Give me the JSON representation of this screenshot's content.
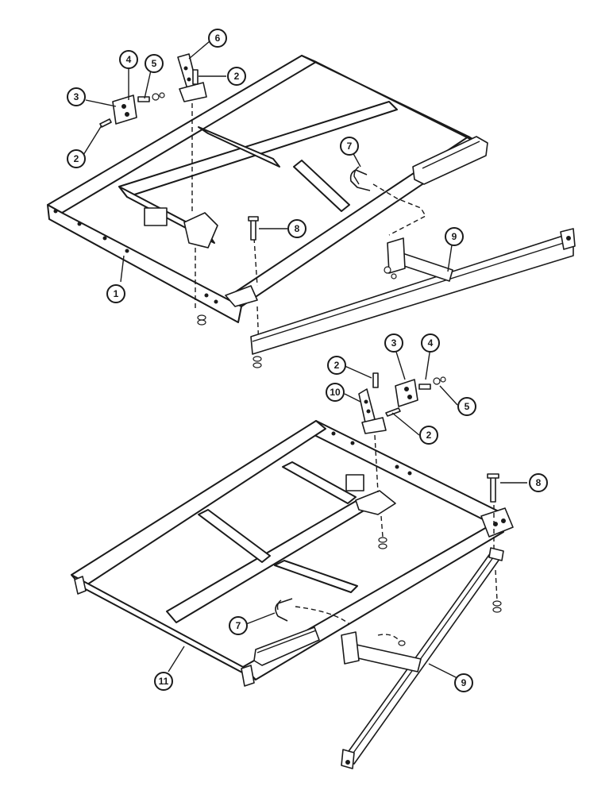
{
  "callouts": [
    {
      "id": "c1",
      "text": "1"
    },
    {
      "id": "c2a",
      "text": "2"
    },
    {
      "id": "c2b",
      "text": "2"
    },
    {
      "id": "c2c",
      "text": "2"
    },
    {
      "id": "c2d",
      "text": "2"
    },
    {
      "id": "c3a",
      "text": "3"
    },
    {
      "id": "c3b",
      "text": "3"
    },
    {
      "id": "c4a",
      "text": "4"
    },
    {
      "id": "c4b",
      "text": "4"
    },
    {
      "id": "c5a",
      "text": "5"
    },
    {
      "id": "c5b",
      "text": "5"
    },
    {
      "id": "c6",
      "text": "6"
    },
    {
      "id": "c7a",
      "text": "7"
    },
    {
      "id": "c7b",
      "text": "7"
    },
    {
      "id": "c8a",
      "text": "8"
    },
    {
      "id": "c8b",
      "text": "8"
    },
    {
      "id": "c9a",
      "text": "9"
    },
    {
      "id": "c9b",
      "text": "9"
    },
    {
      "id": "c10",
      "text": "10"
    },
    {
      "id": "c11",
      "text": "11"
    }
  ],
  "colors": {
    "line": "#1a1a1a",
    "background": "#ffffff"
  }
}
